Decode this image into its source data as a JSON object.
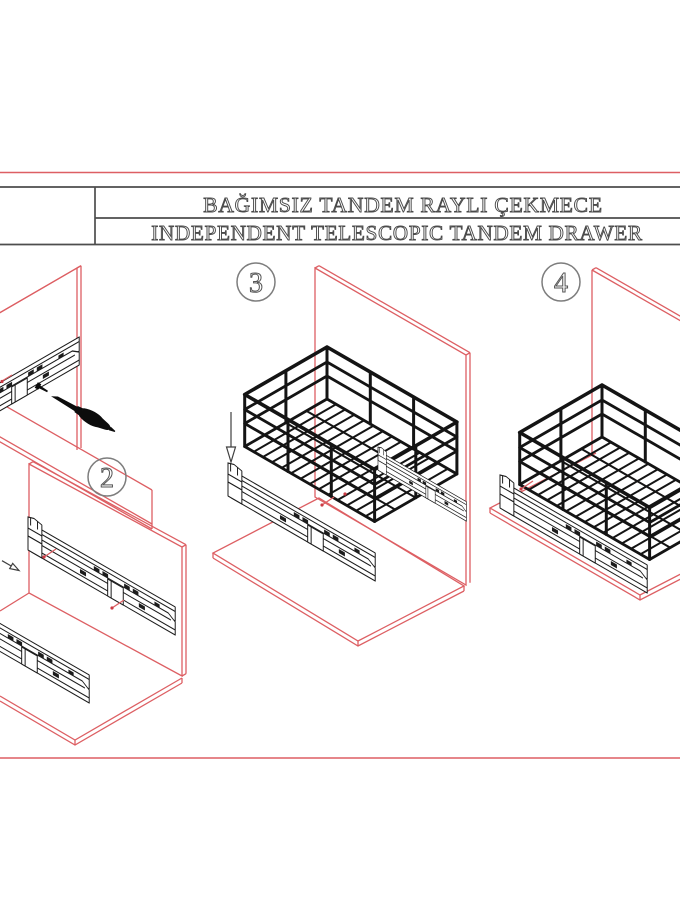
{
  "title_block": {
    "title_tr": "BAĞIMSIZ TANDEM RAYLI ÇEKMECE",
    "title_en": "INDEPENDENT TELESCOPIC TANDEM DRAWER"
  },
  "steps": [
    {
      "number": "2"
    },
    {
      "number": "3"
    },
    {
      "number": "4"
    }
  ],
  "colors": {
    "accent_red": "#dd5f63",
    "drawing_black": "#141414",
    "table_border": "#4d4d4d",
    "circle_outline": "#7d7d7d"
  }
}
